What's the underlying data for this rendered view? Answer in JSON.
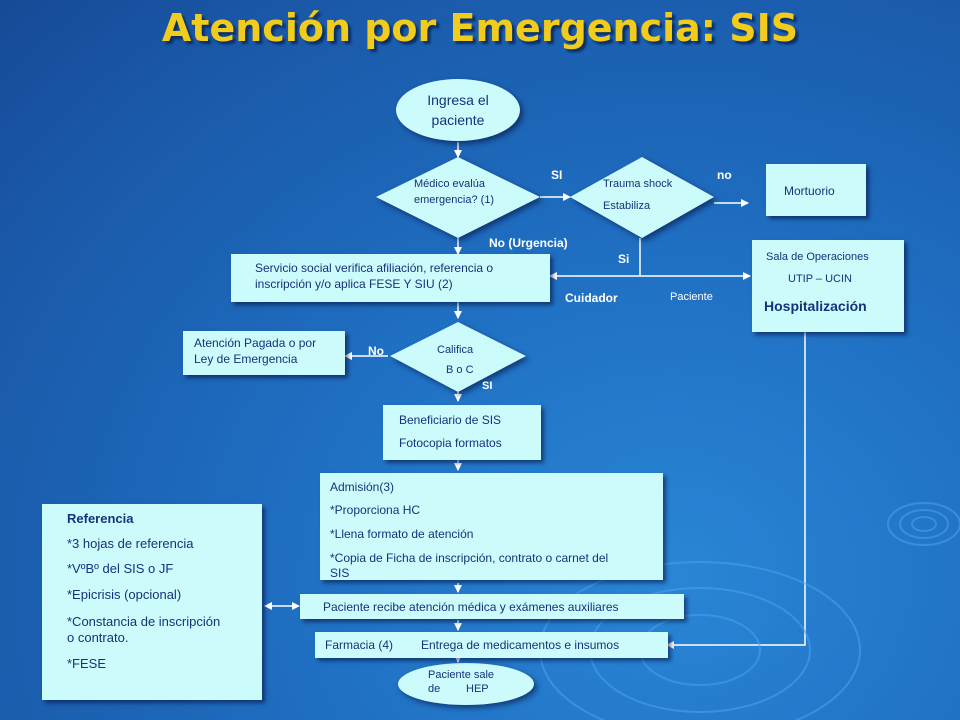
{
  "title": "Atención por Emergencia: SIS",
  "nodes": {
    "ingresa": [
      "Ingresa el",
      "paciente"
    ],
    "medico": [
      "Médico evalúa",
      "emergencia? (1)"
    ],
    "trauma": [
      "Trauma  shock",
      "Estabiliza"
    ],
    "mortuorio": "Mortuorio",
    "sala": [
      "Sala de Operaciones",
      "UTIP – UCIN",
      "Hospitalización"
    ],
    "servicio": [
      "Servicio social verifica afiliación, referencia o",
      "inscripción y/o aplica FESE Y SIU (2)"
    ],
    "atencion_pagada": [
      "Atención Pagada o por",
      "Ley de Emergencia"
    ],
    "califica": [
      "Califica",
      "B o C"
    ],
    "beneficiario": [
      "Beneficiario de SIS",
      "Fotocopia formatos"
    ],
    "admision": [
      "Admisión(3)",
      "*Proporciona HC",
      "*Llena formato de atención",
      "*Copia de Ficha de inscripción, contrato o carnet del",
      "SIS"
    ],
    "referencia": [
      "Referencia",
      "*3 hojas de referencia",
      "*VºBº del SIS o JF",
      "*Epicrisis (opcional)",
      "*Constancia de inscripción",
      "o contrato.",
      "*FESE"
    ],
    "paciente_recibe": "Paciente recibe atención médica y exámenes auxiliares",
    "farmacia": [
      "Farmacia (4)",
      "Entrega de medicamentos e insumos"
    ],
    "sale": [
      "Paciente sale",
      "de",
      "HEP"
    ]
  },
  "edge_labels": {
    "si_top": "SI",
    "no_top": "no",
    "no_urgencia": "No (Urgencia)",
    "si_mid": "Si",
    "cuidador": "Cuidador",
    "paciente": "Paciente",
    "no_left": "No",
    "si_bottom": "SI"
  }
}
